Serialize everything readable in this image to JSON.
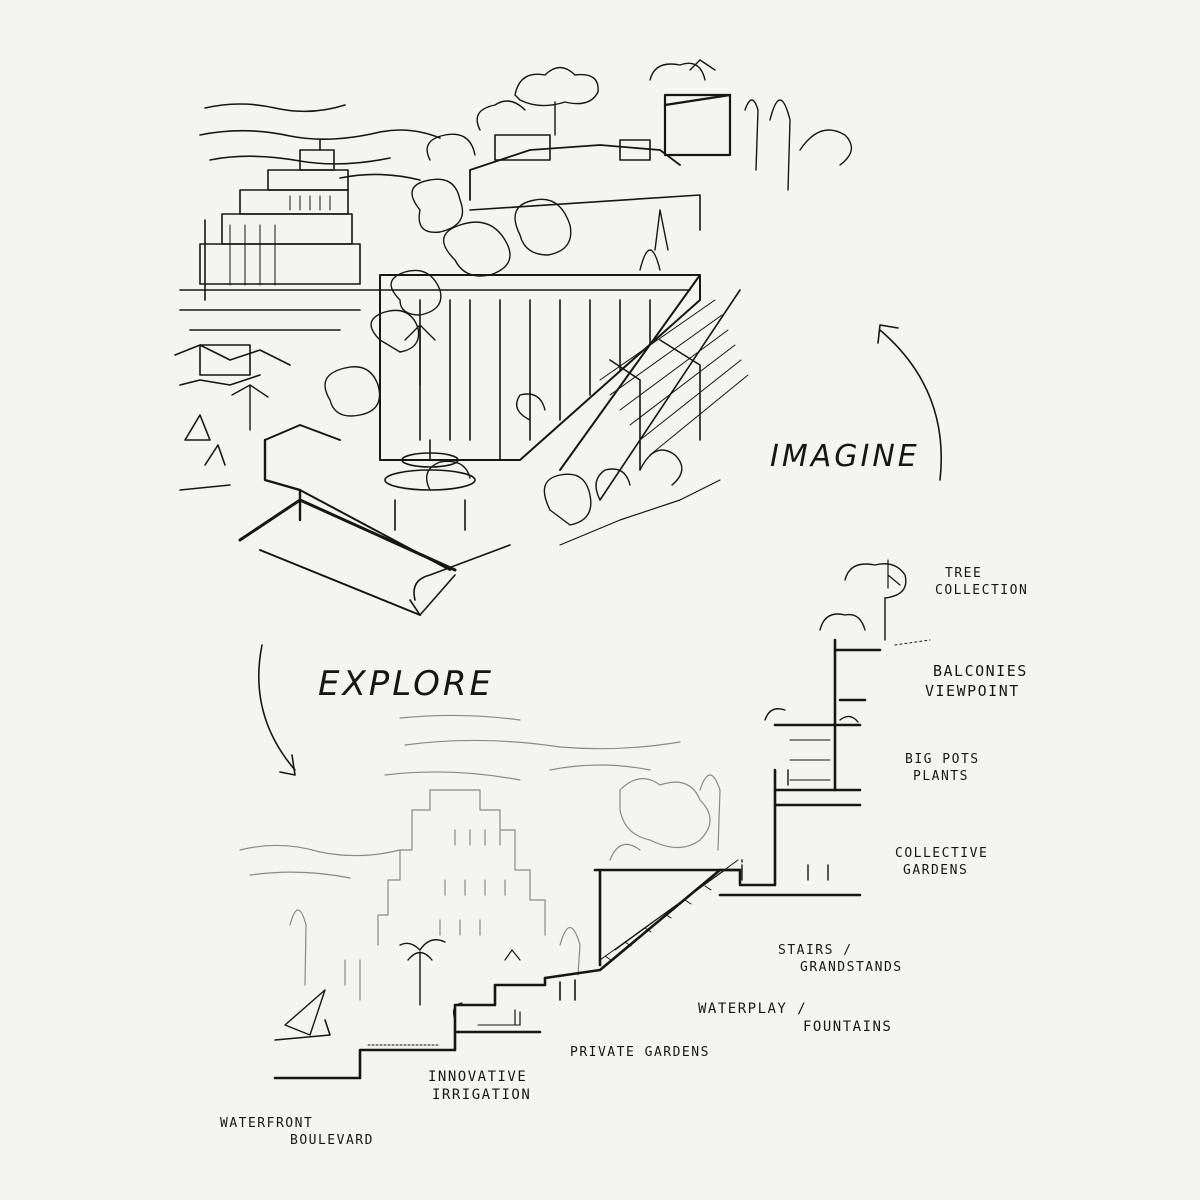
{
  "headings": {
    "imagine": "IMAGINE",
    "explore": "EXPLORE"
  },
  "annotations": {
    "tree_collection": [
      "TREE",
      "COLLECTION"
    ],
    "balconies_viewpoint": [
      "BALCONIES",
      "VIEWPOINT"
    ],
    "big_pots_plants": [
      "BIG POTS",
      "PLANTS"
    ],
    "collective_gardens": [
      "COLLECTIVE",
      "GARDENS"
    ],
    "stairs_grandstands": [
      "STAIRS /",
      "GRANDSTANDS"
    ],
    "waterplay_fountains": [
      "WATERPLAY /",
      "FOUNTAINS"
    ],
    "private_gardens": "PRIVATE GARDENS",
    "innovative_irrigation": [
      "INNOVATIVE",
      "IRRIGATION"
    ],
    "waterfront_boulevard": [
      "WATERFRONT",
      "BOULEVARD"
    ]
  },
  "colors": {
    "background": "#f4f5f1",
    "ink": "#161616",
    "light_ink": "#8a8a8a"
  }
}
